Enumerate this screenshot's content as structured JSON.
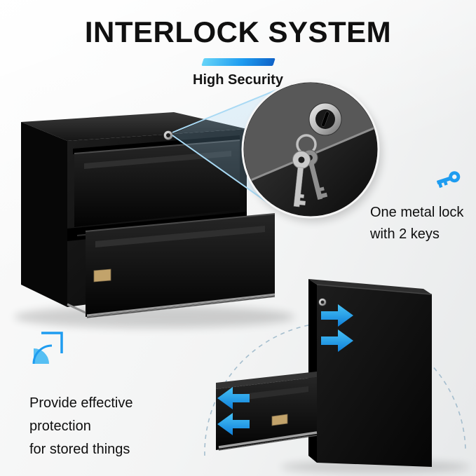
{
  "header": {
    "title": "INTERLOCK SYSTEM",
    "subtitle": "High Security"
  },
  "lock_feature": {
    "line1": "One metal lock",
    "line2": "with 2 keys"
  },
  "protection_feature": {
    "line1": "Provide effective",
    "line2": "protection",
    "line3": "for stored things"
  },
  "icons": {
    "key": "key-icon",
    "protection": "corner-shield-icon",
    "lock_closeup": "lock-keyhole-icon",
    "keys_on_ring": "keys-on-ring-icon",
    "slide_arrows_right": "arrows-right-icon",
    "slide_arrows_left": "arrows-left-icon"
  },
  "colors": {
    "accent_blue": "#1e9cf0",
    "accent_gradient_start": "#66d4f8",
    "accent_gradient_end": "#0f63c8",
    "title_text": "#101010",
    "cabinet_black": "#0a0a0a",
    "label_gold": "#c2a36b",
    "background": "#f3f4f4"
  }
}
